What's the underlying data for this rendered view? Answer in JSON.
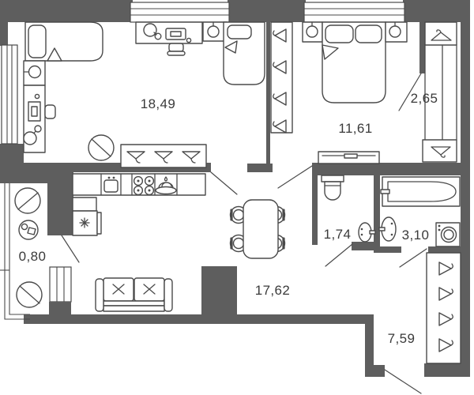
{
  "floor_plan": {
    "type": "apartment-floor-plan",
    "colors": {
      "wall": "#5e5e5e",
      "line": "#4a4a4a",
      "text": "#3a3a3a",
      "background": "#ffffff"
    },
    "rooms": [
      {
        "id": "kitchen-living-room",
        "area_label": "18,49"
      },
      {
        "id": "bedroom",
        "area_label": "11,61"
      },
      {
        "id": "closet",
        "area_label": "2,65"
      },
      {
        "id": "toilet",
        "area_label": "1,74"
      },
      {
        "id": "bathroom",
        "area_label": "3,10"
      },
      {
        "id": "balcony",
        "area_label": "0,80"
      },
      {
        "id": "living-dining-area",
        "area_label": "17,62"
      },
      {
        "id": "hallway",
        "area_label": "7,59"
      }
    ],
    "furniture_icons": [
      "bed-icon",
      "single-bed-icon",
      "double-bed-icon",
      "pillow-icon",
      "nightstand-lamp-icon",
      "desk-icon",
      "desk-lamp-icon",
      "laptop-icon",
      "chair-icon",
      "armchair-icon",
      "bar-counter-icon",
      "bar-stool-icon",
      "kitchen-sink-icon",
      "stove-icon",
      "dishes-icon",
      "fridge-icon",
      "sofa-icon",
      "dining-table-icon",
      "dining-chair-icon",
      "coffee-table-icon",
      "wardrobe-hanger-icon",
      "dresser-icon",
      "toilet-icon",
      "washbasin-icon",
      "bathtub-icon",
      "washing-machine-icon",
      "window-icon",
      "door-swing-icon"
    ]
  }
}
